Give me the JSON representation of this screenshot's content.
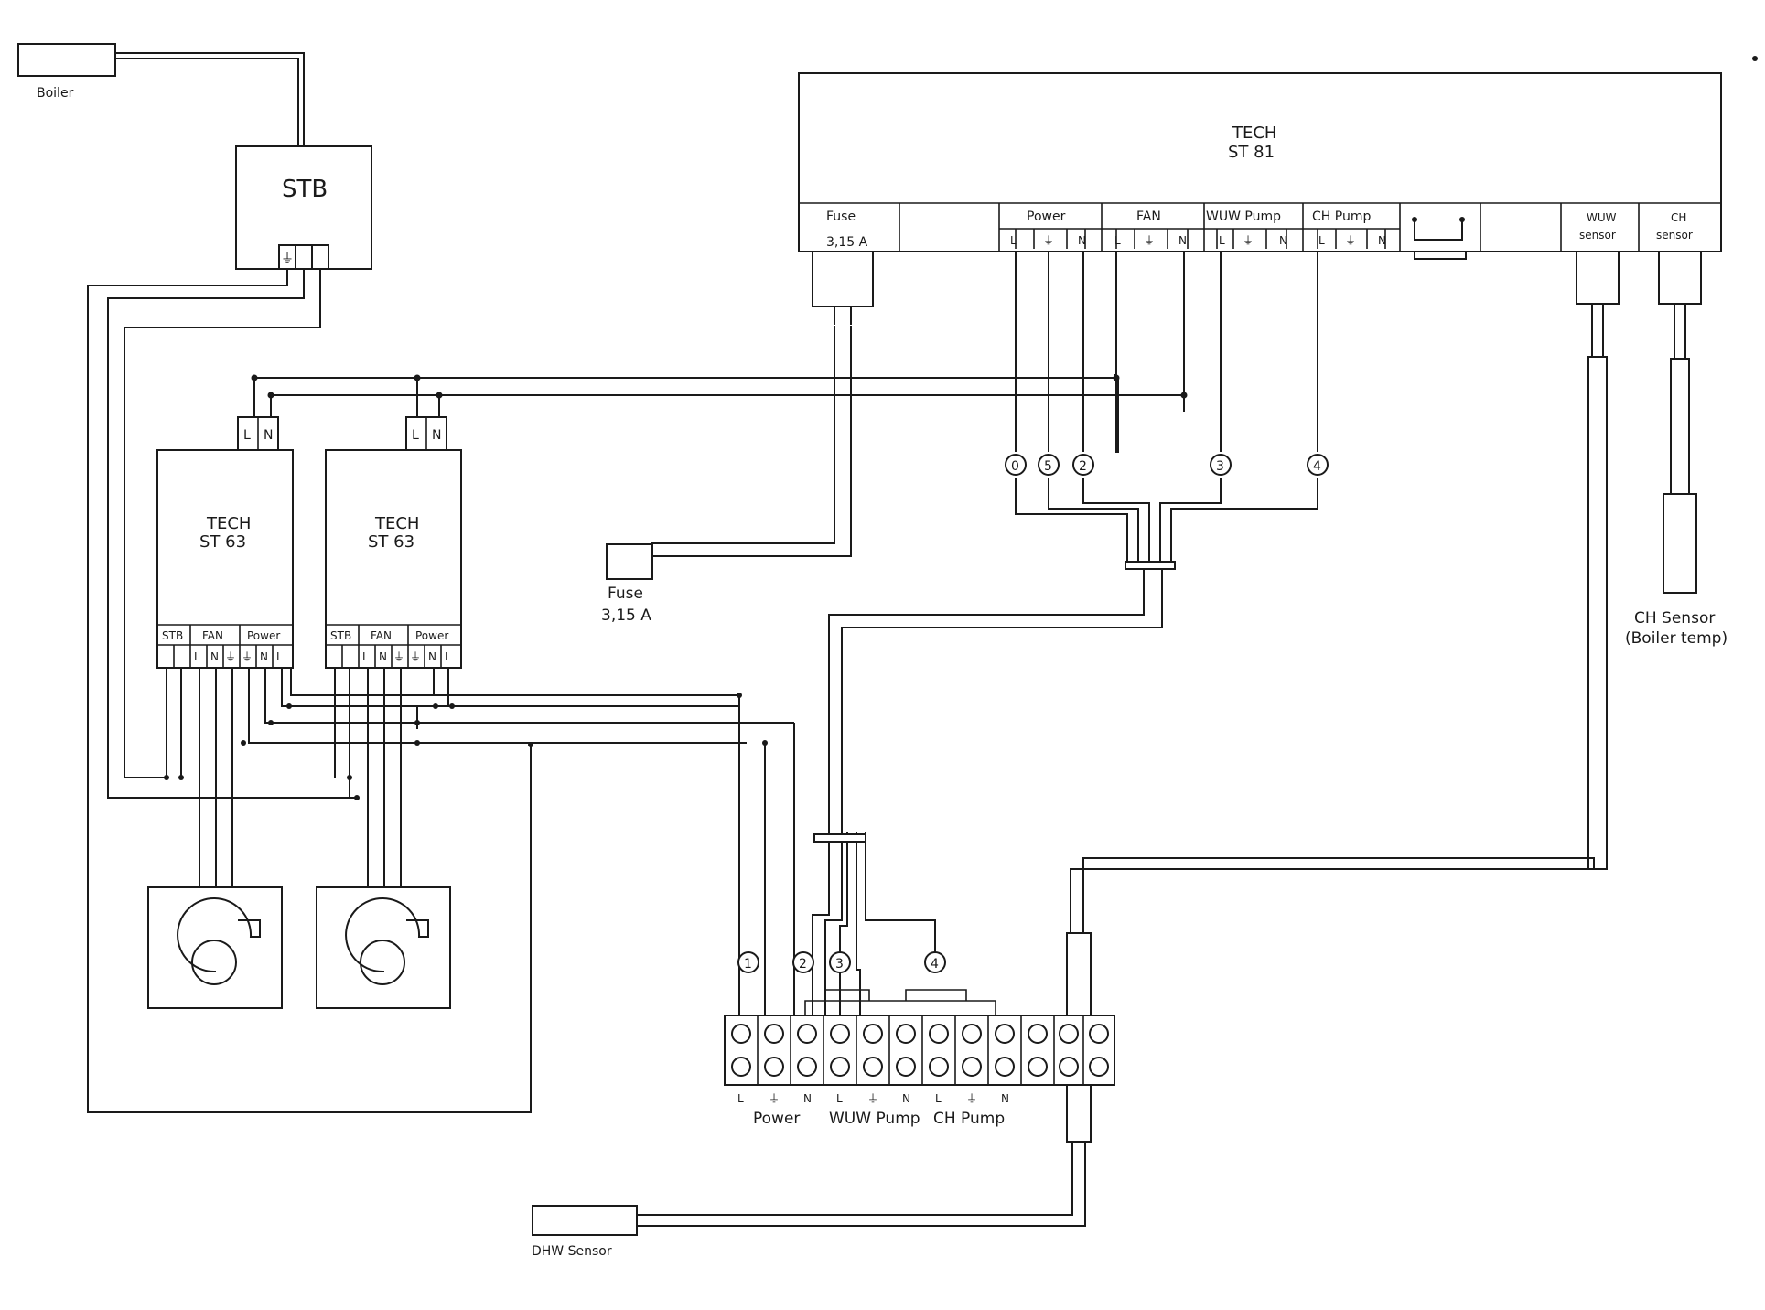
{
  "boiler": {
    "label": "Boiler"
  },
  "stb": {
    "label": "STB"
  },
  "st81": {
    "title_line1": "TECH",
    "title_line2": "ST 81",
    "fuse_label": "Fuse",
    "fuse_value": "3,15  A",
    "power": "Power",
    "fan": "FAN",
    "wuw_pump": "WUW Pump",
    "ch_pump": "CH  Pump",
    "wuw_sensor_1": "WUW",
    "wuw_sensor_2": "sensor",
    "ch_sensor_1": "CH",
    "ch_sensor_2": "sensor"
  },
  "terminal_letters": {
    "l": "L",
    "n": "N",
    "earth": "⏚"
  },
  "st63_left": {
    "title_line1": "TECH",
    "title_line2": "ST 63",
    "stb": "STB",
    "fan": "FAN",
    "power": "Power"
  },
  "st63_right": {
    "title_line1": "TECH",
    "title_line2": "ST 63",
    "stb": "STB",
    "fan": "FAN",
    "power": "Power"
  },
  "fuse": {
    "label": "Fuse",
    "value": "3,15  A"
  },
  "ch_sensor": {
    "line1": "CH  Sensor",
    "line2": "(Boiler temp)"
  },
  "dhw_sensor": {
    "label": "DHW Sensor"
  },
  "wire_numbers": {
    "n0": "0",
    "n1": "1",
    "n2": "2",
    "n3": "3",
    "n4": "4",
    "n5": "5"
  },
  "terminal_block": {
    "letters": [
      "L",
      "⏚",
      "N",
      "L",
      "⏚",
      "N",
      "L",
      "⏚",
      "N"
    ],
    "power": "Power",
    "wuw_pump": "WUW  Pump",
    "ch_pump": "CH  Pump"
  }
}
